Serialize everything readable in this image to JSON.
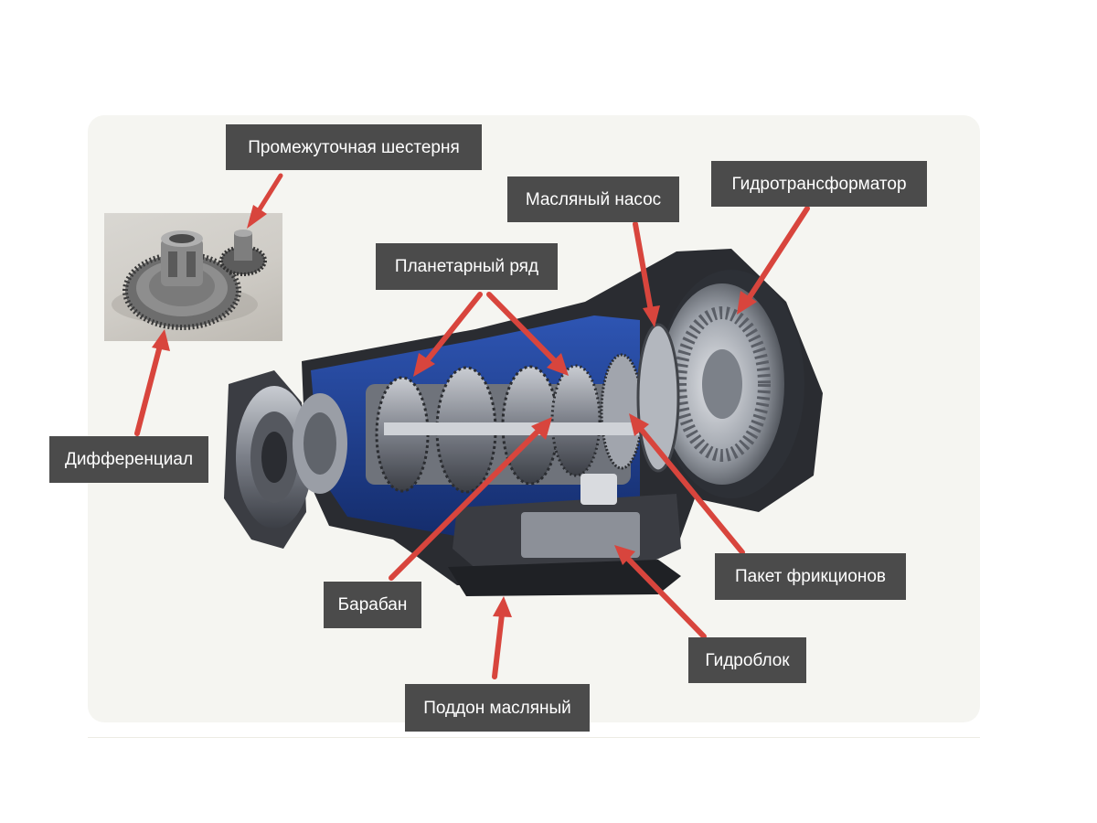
{
  "labels": {
    "intermediate_gear": "Промежуточная шестерня",
    "oil_pump": "Масляный насос",
    "torque_converter": "Гидротрансформатор",
    "planetary_set": "Планетарный ряд",
    "differential": "Дифференциал",
    "drum": "Барабан",
    "clutch_pack": "Пакет фрикционов",
    "valve_body": "Гидроблок",
    "oil_pan": "Поддон масляный"
  },
  "colors": {
    "label_background": "#4b4b4b",
    "label_text": "#ffffff",
    "arrow": "#d8453d",
    "card_background": "#f5f5f1",
    "housing_blue": "#1f3f8f"
  }
}
